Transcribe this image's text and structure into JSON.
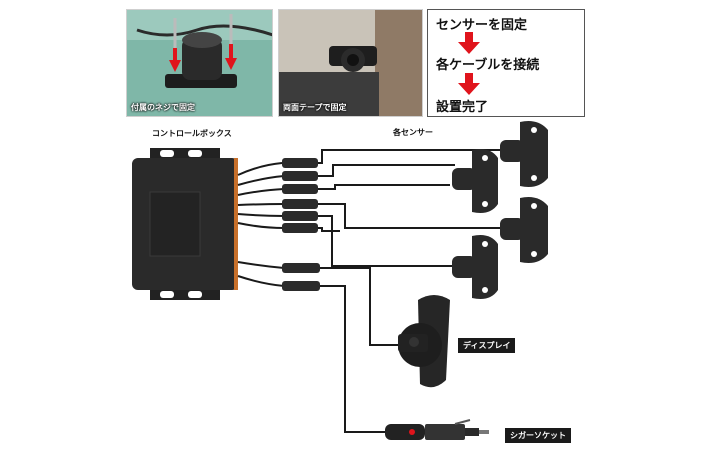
{
  "photos": [
    {
      "caption": "付属のネジで固定"
    },
    {
      "caption": "両面テープで固定"
    }
  ],
  "steps": [
    {
      "text": "センサーを固定"
    },
    {
      "text": "各ケーブルを接続"
    },
    {
      "text": "設置完了"
    }
  ],
  "labels": {
    "control_box": "コントロールボックス",
    "sensors": "各センサー",
    "display": "ディスプレイ",
    "cigar_socket": "シガーソケット"
  },
  "colors": {
    "arrow_red": "#e0141c",
    "device_dark": "#2a2a2a",
    "cable": "#1a1a1a"
  }
}
